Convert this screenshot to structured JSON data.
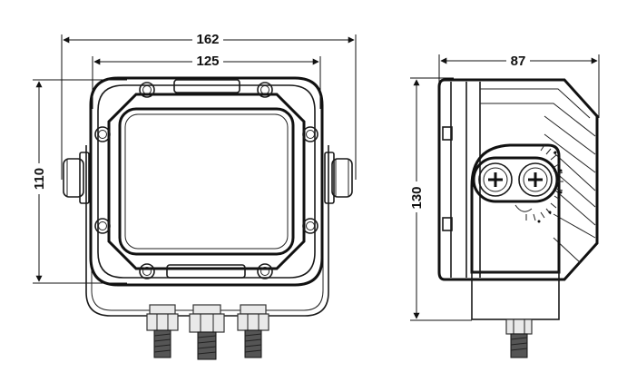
{
  "dimensions": {
    "overall_width": "162",
    "housing_width": "125",
    "housing_height": "110",
    "side_height": "130",
    "side_depth": "87"
  },
  "colors": {
    "line": "#1a1a1a",
    "background": "#ffffff"
  }
}
